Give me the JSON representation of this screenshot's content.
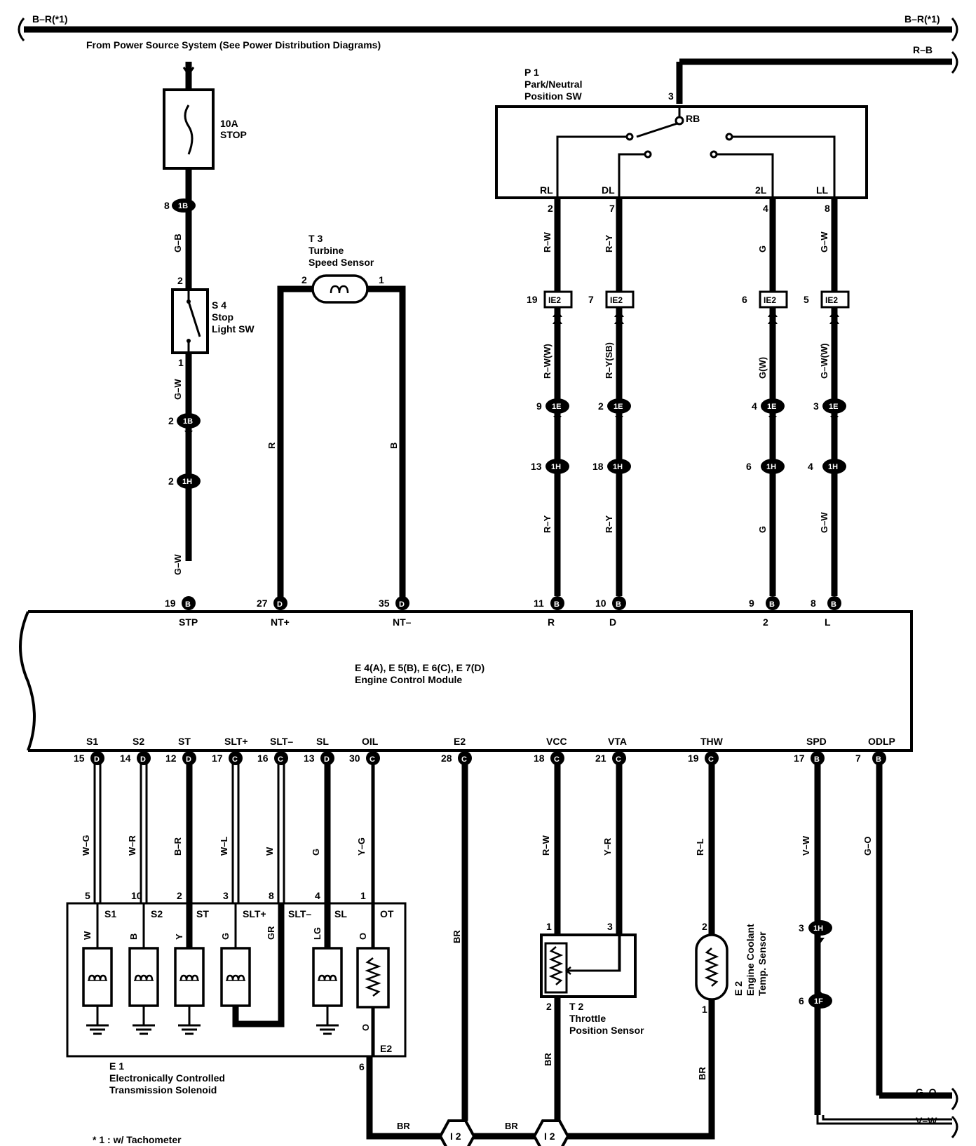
{
  "bus": {
    "top_left": "B–R(*1)",
    "top_right": "B–R(*1)",
    "rb_right": "R–B",
    "power_source": "From Power Source System (See Power Distribution Diagrams)"
  },
  "fuse": {
    "rating": "10A",
    "name": "STOP"
  },
  "stop_sw": {
    "id": "S 4",
    "name1": "Stop",
    "name2": "Light SW"
  },
  "turbine": {
    "id": "T 3",
    "name1": "Turbine",
    "name2": "Speed Sensor"
  },
  "pnp": {
    "id": "P 1",
    "name1": "Park/Neutral",
    "name2": "Position SW",
    "pin3": "3",
    "rb": "RB",
    "rl": "RL",
    "dl": "DL",
    "l2": "2L",
    "ll": "LL"
  },
  "ecm": {
    "name1": "E 4(A), E 5(B), E 6(C), E 7(D)",
    "name2": "Engine Control Module"
  },
  "top_pins": [
    {
      "num": "19",
      "conn": "B",
      "label": "STP"
    },
    {
      "num": "27",
      "conn": "D",
      "label": "NT+"
    },
    {
      "num": "35",
      "conn": "D",
      "label": "NT–"
    },
    {
      "num": "11",
      "conn": "B",
      "label": "R"
    },
    {
      "num": "10",
      "conn": "B",
      "label": "D"
    },
    {
      "num": "9",
      "conn": "B",
      "label": "2"
    },
    {
      "num": "8",
      "conn": "B",
      "label": "L"
    }
  ],
  "bottom_pins": [
    {
      "num": "15",
      "conn": "D",
      "label": "S1",
      "wire": "W–G"
    },
    {
      "num": "14",
      "conn": "D",
      "label": "S2",
      "wire": "W–R"
    },
    {
      "num": "12",
      "conn": "D",
      "label": "ST",
      "wire": "B–R"
    },
    {
      "num": "17",
      "conn": "C",
      "label": "SLT+",
      "wire": "W–L"
    },
    {
      "num": "16",
      "conn": "C",
      "label": "SLT–",
      "wire": "W"
    },
    {
      "num": "13",
      "conn": "D",
      "label": "SL",
      "wire": "G"
    },
    {
      "num": "30",
      "conn": "C",
      "label": "OIL",
      "wire": "Y–G"
    },
    {
      "num": "28",
      "conn": "C",
      "label": "E2",
      "wire": "BR"
    },
    {
      "num": "18",
      "conn": "C",
      "label": "VCC",
      "wire": "R–W"
    },
    {
      "num": "21",
      "conn": "C",
      "label": "VTA",
      "wire": "Y–R"
    },
    {
      "num": "19",
      "conn": "C",
      "label": "THW",
      "wire": "R–L"
    },
    {
      "num": "17",
      "conn": "B",
      "label": "SPD",
      "wire": "V–W"
    },
    {
      "num": "7",
      "conn": "B",
      "label": "ODLP",
      "wire": "G–O"
    }
  ],
  "stp_chain": {
    "c1_pin": "8",
    "c1": "1B",
    "wire1": "G–B",
    "sw_pin2": "2",
    "sw_pin1": "1",
    "wire2": "G–W",
    "c2_pin": "2",
    "c2": "1B",
    "c3_pin": "2",
    "c3": "1H",
    "wire3": "G–W"
  },
  "nt": {
    "pin2": "2",
    "pin1": "1",
    "wire_plus": "R",
    "wire_minus": "B"
  },
  "pnp_columns": [
    {
      "pin": "2",
      "wire1": "R–W",
      "iepin": "19",
      "ie": "IE2",
      "wire2": "R–W(W)",
      "c1pin": "9",
      "c1": "1E",
      "c2pin": "13",
      "c2": "1H",
      "wire3": "R–Y"
    },
    {
      "pin": "7",
      "wire1": "R–Y",
      "iepin": "7",
      "ie": "IE2",
      "wire2": "R–Y(SB)",
      "c1pin": "2",
      "c1": "1E",
      "c2pin": "18",
      "c2": "1H",
      "wire3": "R–Y"
    },
    {
      "pin": "4",
      "wire1": "G",
      "iepin": "6",
      "ie": "IE2",
      "wire2": "G(W)",
      "c1pin": "4",
      "c1": "1E",
      "c2pin": "6",
      "c2": "1H",
      "wire3": "G"
    },
    {
      "pin": "8",
      "wire1": "G–W",
      "iepin": "5",
      "ie": "IE2",
      "wire2": "G–W(W)",
      "c1pin": "3",
      "c1": "1E",
      "c2pin": "4",
      "c2": "1H",
      "wire3": "G–W"
    }
  ],
  "solenoid": {
    "id": "E 1",
    "name1": "Electronically Controlled",
    "name2": "Transmission Solenoid",
    "pins": [
      "5",
      "10",
      "2",
      "3",
      "8",
      "4",
      "1"
    ],
    "terms": [
      "S1",
      "S2",
      "ST",
      "SLT+",
      "SLT–",
      "SL",
      "OT"
    ],
    "colors": [
      "W",
      "B",
      "Y",
      "G",
      "GR",
      "LG",
      "O"
    ],
    "e2_color": "O",
    "e2_term": "E2",
    "e2_pin": "6"
  },
  "throttle": {
    "id": "T 2",
    "name1": "Throttle",
    "name2": "Position Sensor",
    "pin1": "1",
    "pin3": "3",
    "pin2": "2",
    "wire": "BR"
  },
  "coolant": {
    "id": "E 2",
    "name1": "Engine Coolant",
    "name2": "Temp. Sensor",
    "pin2": "2",
    "pin1": "1",
    "wire": "BR"
  },
  "spd": {
    "c1pin": "3",
    "c1": "1H",
    "c2pin": "6",
    "c2": "1F"
  },
  "ground": {
    "j1": "I 2",
    "j2": "I 2",
    "wire1": "BR",
    "wire2": "BR",
    "e2_wire": "BR"
  },
  "right_bus": {
    "go": "G–O",
    "vw": "V–W"
  },
  "footnote": "* 1 : w/ Tachometer"
}
